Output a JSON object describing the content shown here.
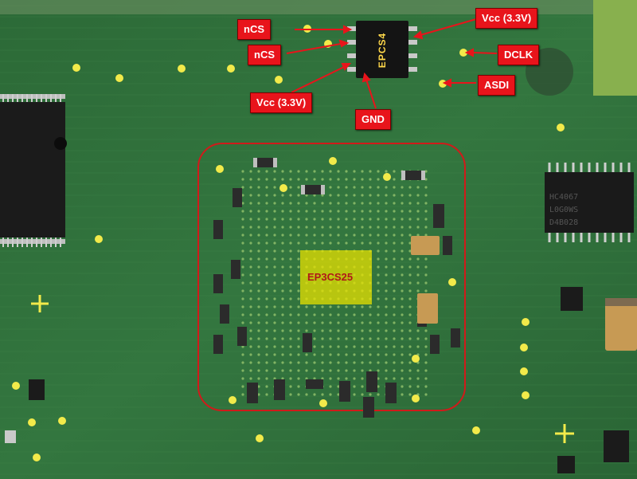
{
  "labels": {
    "ncs_top": "nCS",
    "ncs_bottom": "nCS",
    "vcc_left": "Vcc (3.3V)",
    "gnd": "GND",
    "vcc_right": "Vcc (3.3V)",
    "dclk": "DCLK",
    "asdi": "ASDI"
  },
  "chips": {
    "flash": "EPCS4",
    "fpga": "EP3CS25"
  },
  "colors": {
    "pcb": "#2f6b3a",
    "callout": "#e8141b",
    "outline": "#d11a1a",
    "pad": "#f2ea4a",
    "highlight": "#e6e000"
  }
}
